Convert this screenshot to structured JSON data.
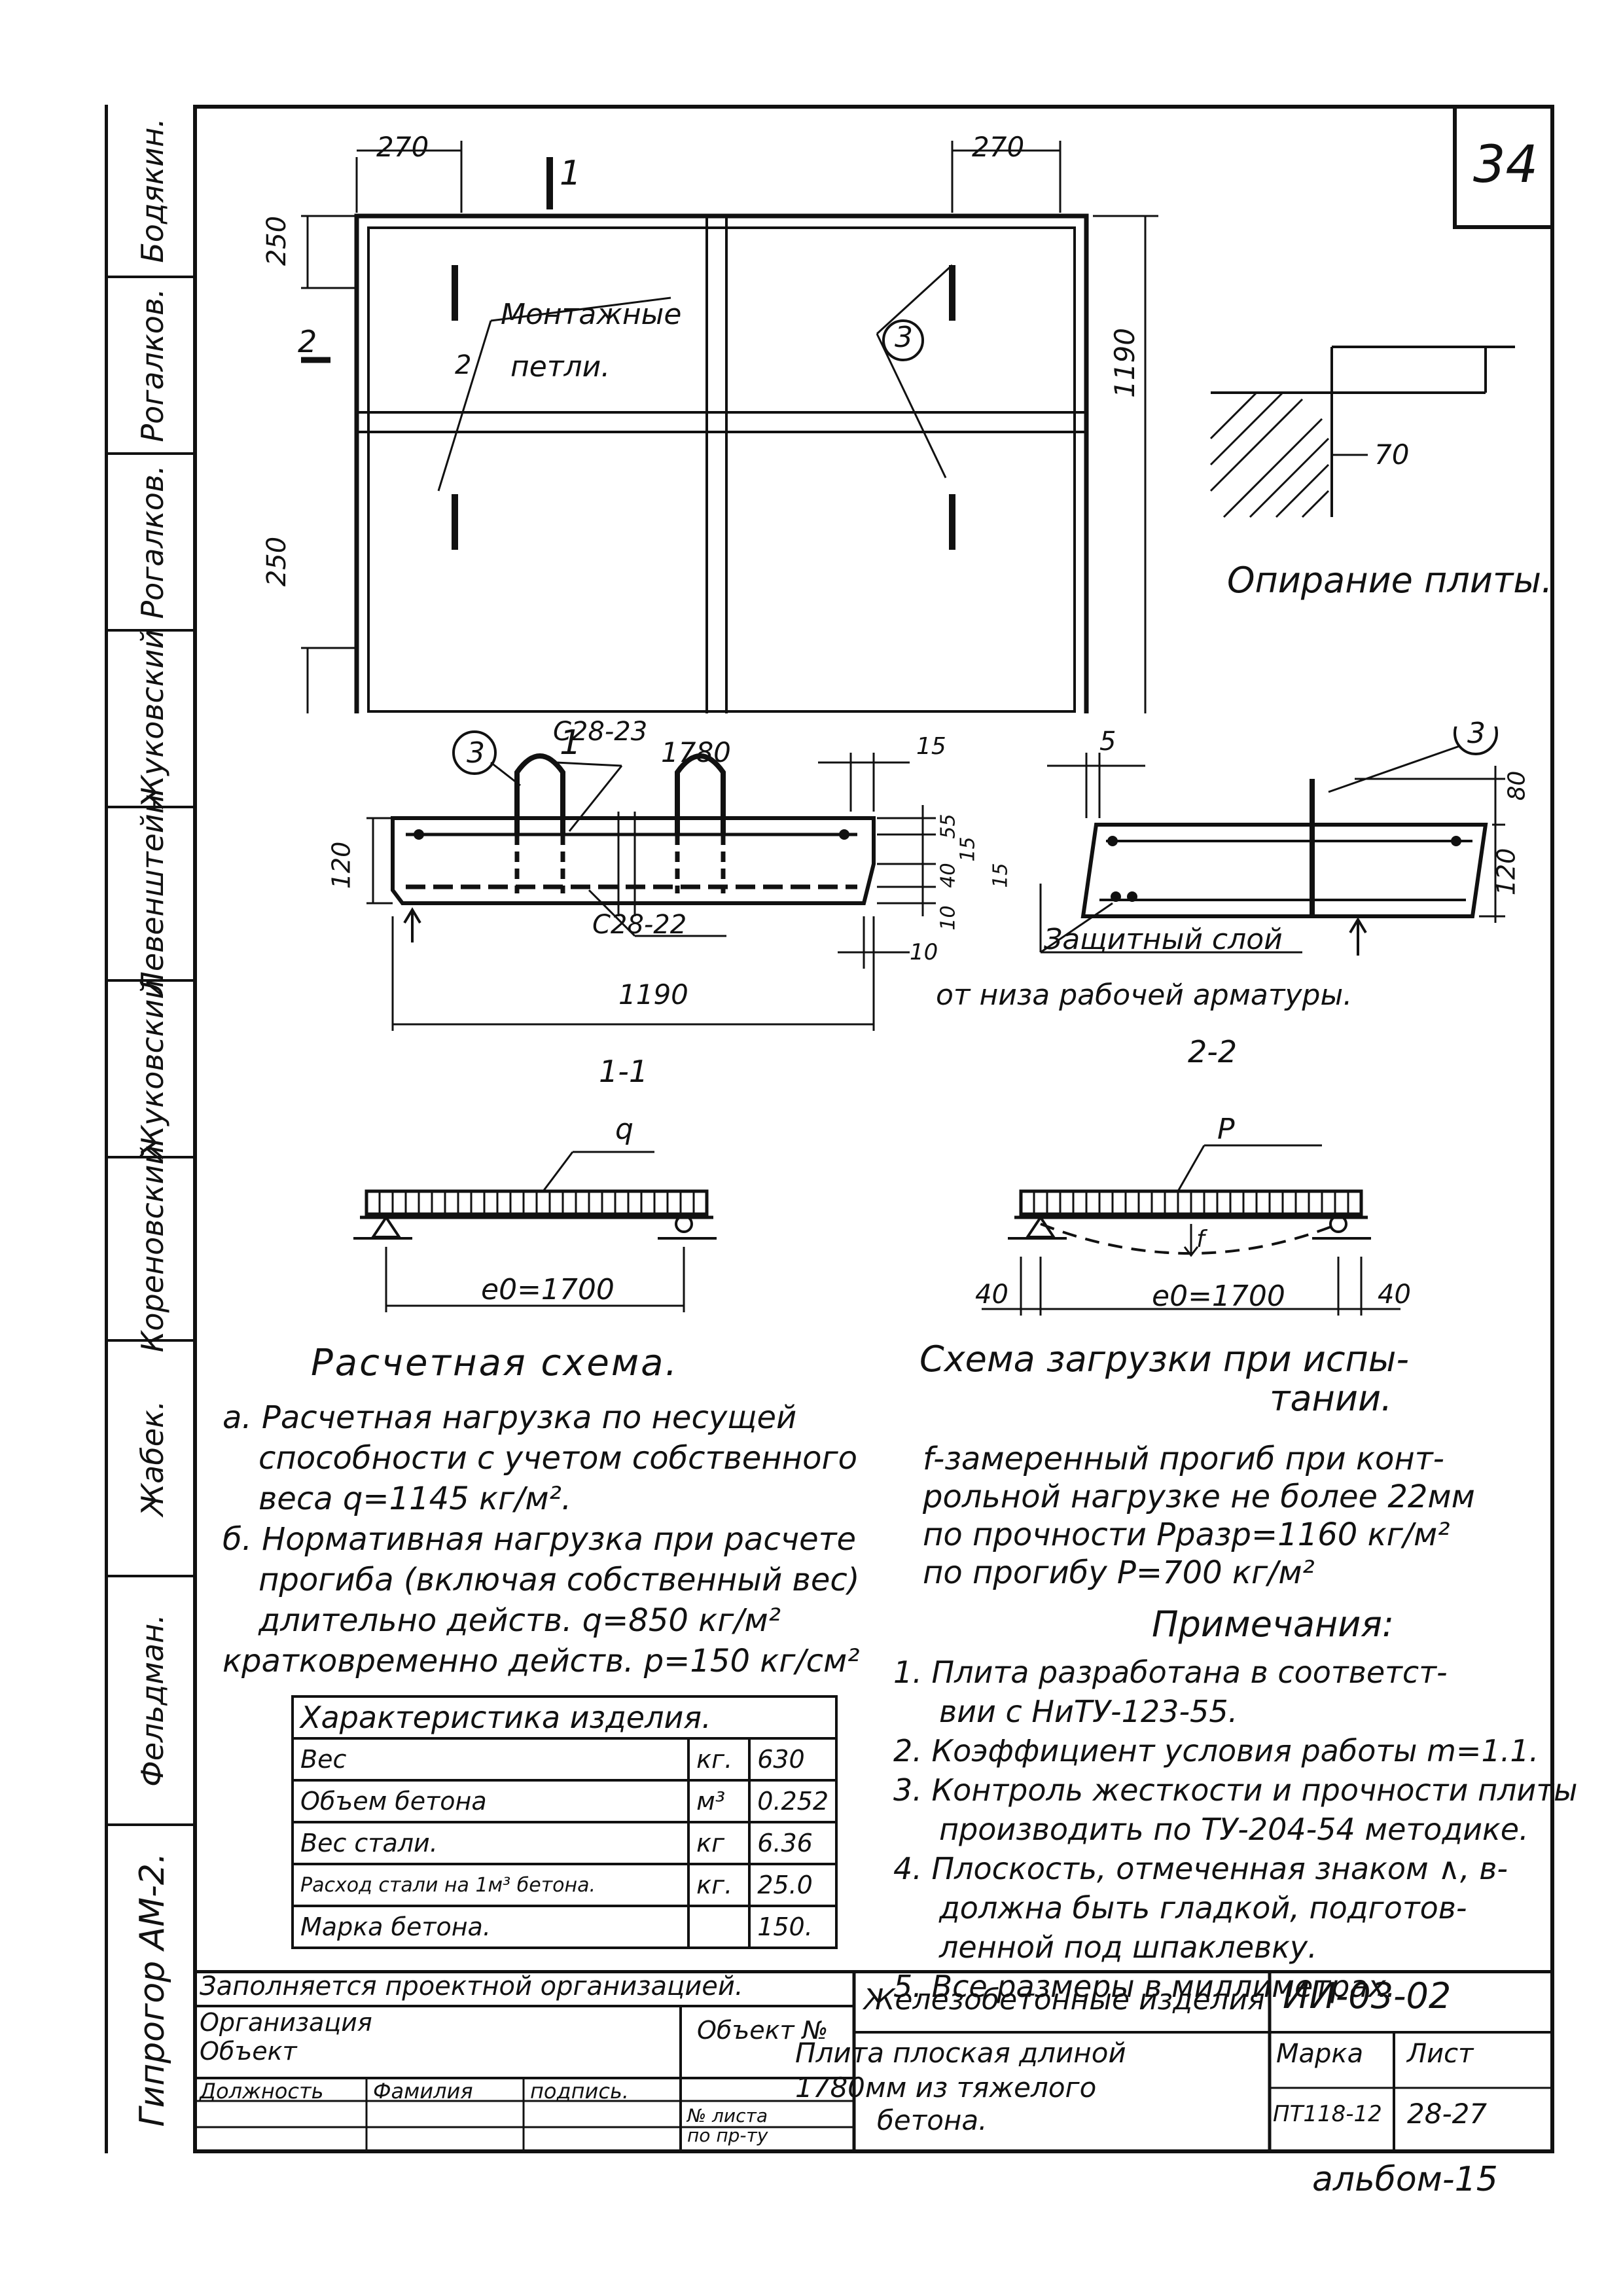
{
  "sheet_number": "34",
  "side_stamp": {
    "rows": [
      "Гипрогор АМ-2.",
      "Фельдман.",
      "Жабек.",
      "Кореновский",
      "Жуковский",
      "Левенштейн",
      "Жуковский",
      "Рогалков.",
      "Рогалков.",
      "Бодякин."
    ]
  },
  "plan_view": {
    "dim_left_top": "270",
    "dim_right_top": "270",
    "dim_left_upper": "250",
    "dim_left_lower": "250",
    "dim_height": "1190",
    "dim_length": "1780",
    "section_1_top": "1",
    "section_1_bottom": "1",
    "section_2": "2",
    "section_2_small": "2",
    "label_loops_1": "Монтажные",
    "label_loops_2": "петли.",
    "callout": "3"
  },
  "support_detail": {
    "dim": "70",
    "caption": "Опирание плиты."
  },
  "section_1_1": {
    "callout": "3",
    "label_top": "С28-23",
    "label_bottom": "С28-22",
    "dim_15": "15",
    "dim_120": "120",
    "dim_55": "55",
    "dim_15b": "15",
    "dim_40": "40",
    "dim_10": "10",
    "dim_15c": "15",
    "dim_10b": "10",
    "dim_1190": "1190",
    "caption": "1-1"
  },
  "section_2_2": {
    "callout": "3",
    "dim_5": "5",
    "dim_80": "80",
    "dim_120": "120",
    "note_1": "Защитный слой",
    "note_2": "от низа рабочей арматуры.",
    "caption": "2-2"
  },
  "calc_scheme": {
    "load": "q",
    "span": "е0=1700",
    "title": "Расчетная схема."
  },
  "test_scheme": {
    "load": "P",
    "deflection": "f",
    "left": "40",
    "span": "е0=1700",
    "right": "40",
    "title_1": "Схема загрузки при испы-",
    "title_2": "тании."
  },
  "calc_notes": [
    "а. Расчетная нагрузка по несущей",
    "способности с учетом собственного",
    "веса q=1145 кг/м².",
    "б. Нормативная нагрузка при расчете",
    "прогиба (включая собственный вес)",
    "длительно действ. q=850 кг/м²",
    "кратковременно действ. p=150 кг/см²"
  ],
  "test_notes": [
    "f-замеренный прогиб при конт-",
    "рольной нагрузке не более 22мм",
    "по прочности  Pразр=1160 кг/м²",
    "по прогибу      P=700 кг/м²"
  ],
  "spec_table": {
    "title": "Характеристика изделия.",
    "rows": [
      {
        "name": "Вес",
        "unit": "кг.",
        "value": "630"
      },
      {
        "name": "Объем бетона",
        "unit": "м³",
        "value": "0.252"
      },
      {
        "name": "Вес стали.",
        "unit": "кг",
        "value": "6.36"
      },
      {
        "name": "Расход стали на 1м³ бетона.",
        "unit": "кг.",
        "value": "25.0"
      },
      {
        "name": "Марка бетона.",
        "unit": "",
        "value": "150."
      }
    ]
  },
  "notes": {
    "title": "Примечания:",
    "items": [
      "1. Плита разработана в соответст-",
      "вии с НиТУ-123-55.",
      "2. Коэффициент условия работы m=1.1.",
      "3. Контроль жесткости и прочности плиты",
      "производить по ТУ-204-54 методике.",
      "4. Плоскость, отмеченная знаком ∧, в-",
      "должна быть гладкой, подготов-",
      "ленной под шпаклевку.",
      "5. Все размеры в миллиметрах."
    ]
  },
  "title_block": {
    "filled_by": "Заполняется проектной организацией.",
    "organization": "Организация",
    "object": "Объект",
    "object_no": "Объект №",
    "position": "Должность",
    "surname": "Фамилия",
    "signature": "подпись.",
    "sheet_ref": "№ листа по пр-ту",
    "product_group": "Железобетонные изделия",
    "code": "ИИ-03-02",
    "description_1": "Плита плоская длиной",
    "description_2": "1780мм из тяжелого",
    "description_3": "бетона.",
    "mark_label": "Марка",
    "sheet_label": "Лист",
    "mark": "ПТ118-12",
    "sheet": "28-27",
    "album": "альбом-15"
  }
}
